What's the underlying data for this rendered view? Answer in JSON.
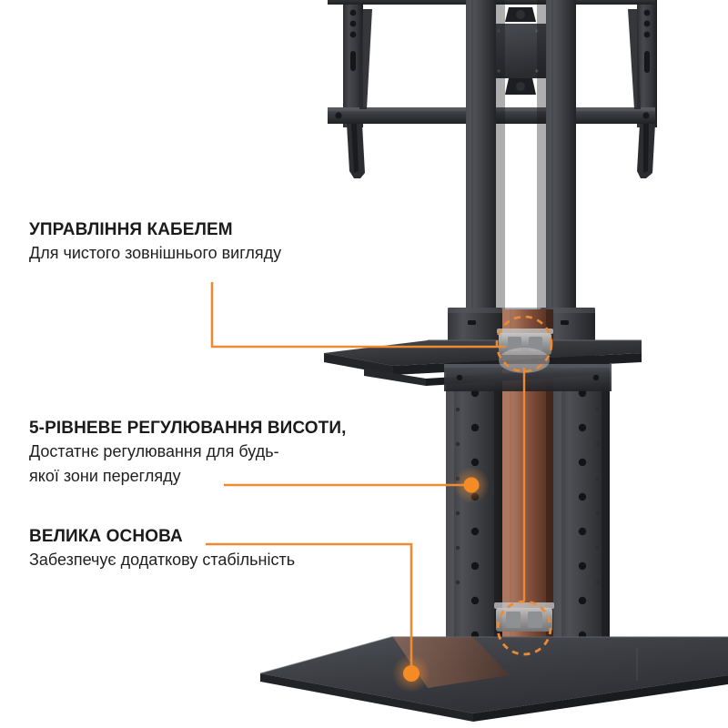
{
  "image": {
    "background_color": "#ffffff",
    "accent_color": "#ED8B33",
    "product": "TV floor stand with height-adjustable column, shelf and large base"
  },
  "callouts": [
    {
      "id": "cable-management",
      "title": "УПРАВЛІННЯ КАБЕЛЕМ",
      "subtitle_lines": [
        "Для чистого зовнішнього вигляду"
      ],
      "marker": "dashed-circle"
    },
    {
      "id": "height-adjustment",
      "title": "5-РІВНЕВЕ РЕГУЛЮВАННЯ ВИСОТИ,",
      "subtitle_lines": [
        "Достатнє регулювання для будь-",
        "якої зони перегляду"
      ],
      "marker": "dot"
    },
    {
      "id": "large-base",
      "title": "ВЕЛИКА ОСНОВА",
      "subtitle_lines": [
        "Забезпечує додаткову стабільність"
      ],
      "marker": "dot"
    }
  ]
}
